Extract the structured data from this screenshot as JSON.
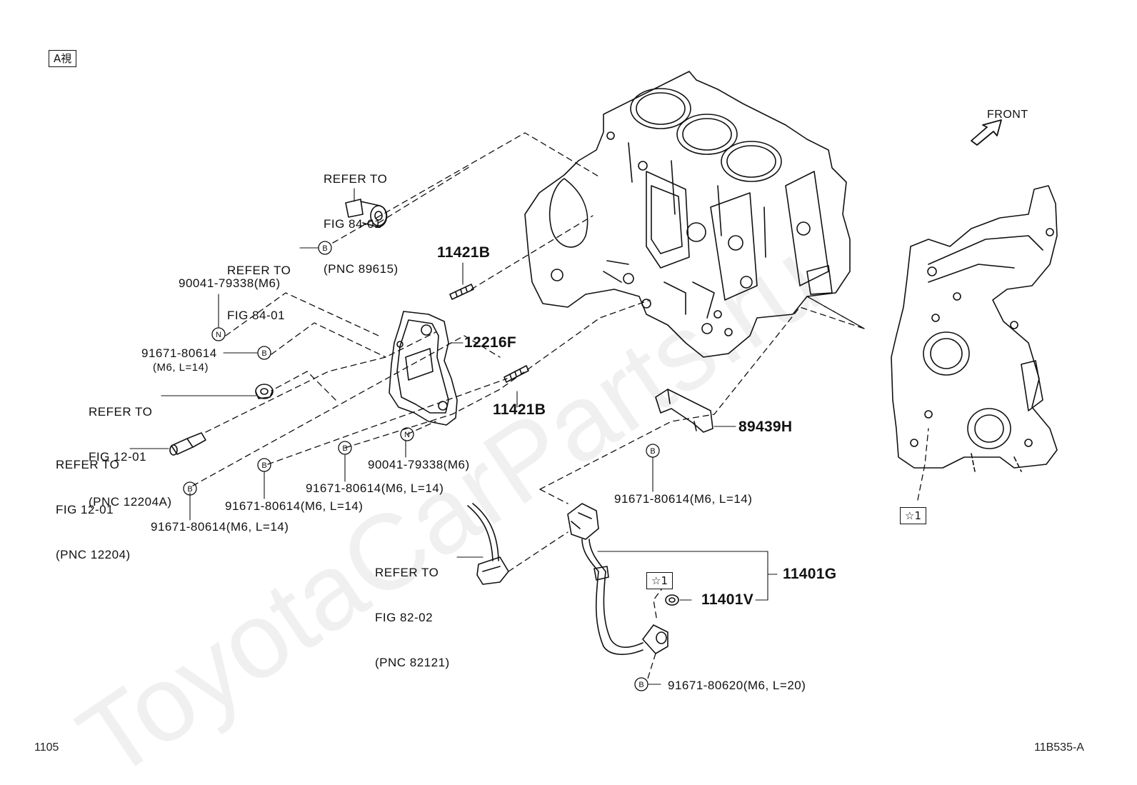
{
  "view_tag": "A視",
  "front_label": "FRONT",
  "page_number": "1105",
  "figure_code": "11B535-A",
  "watermark": "ToyotaCarParts.ru",
  "star_tag": "☆1",
  "callouts": {
    "refer_8961": [
      "REFER TO",
      "FIG 84-01",
      "(PNC 89615)"
    ],
    "refer_84": [
      "REFER TO",
      "FIG 84-01"
    ],
    "refer_12204a": [
      "REFER TO",
      "FIG 12-01",
      "(PNC 12204A)"
    ],
    "refer_12204": [
      "REFER TO",
      "FIG 12-01",
      "(PNC 12204)"
    ],
    "refer_82121": [
      "REFER TO",
      "FIG 82-02",
      "(PNC 82121)"
    ]
  },
  "parts": {
    "p11421b_top": "11421B",
    "p11421b_mid": "11421B",
    "p12216f": "12216F",
    "p89439h": "89439H",
    "p11401g": "11401G",
    "p11401v": "11401V",
    "bolt_n_top": "90041-79338(M6)",
    "bolt_n_mid": "90041-79338(M6)",
    "bolt_b1": "91671-80614",
    "bolt_b1_spec": "(M6, L=14)",
    "bolt_b2": "91671-80614(M6, L=14)",
    "bolt_b3": "91671-80614(M6, L=14)",
    "bolt_b4": "91671-80614(M6, L=14)",
    "bolt_b5": "91671-80614(M6, L=14)",
    "bolt_b6": "91671-80620(M6, L=20)"
  },
  "markers": {
    "b": "B",
    "n": "N"
  }
}
